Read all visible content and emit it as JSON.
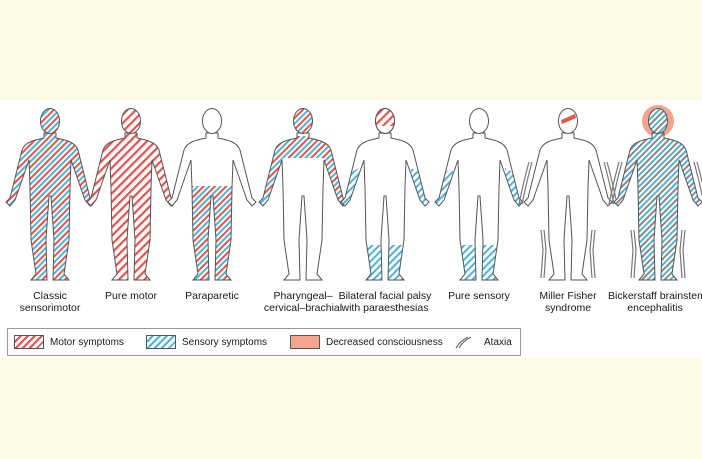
{
  "figures": [
    {
      "id": "classic",
      "line1": "Classic",
      "line2": "sensorimotor"
    },
    {
      "id": "pure-motor",
      "line1": "Pure motor",
      "line2": ""
    },
    {
      "id": "paraparetic",
      "line1": "Paraparetic",
      "line2": ""
    },
    {
      "id": "pcb",
      "line1": "Pharyngeal–",
      "line2": "cervical–brachial"
    },
    {
      "id": "bfp",
      "line1": "Bilateral facial palsy",
      "line2": "with paraesthesias"
    },
    {
      "id": "pure-sensory",
      "line1": "Pure sensory",
      "line2": ""
    },
    {
      "id": "miller-fisher",
      "line1": "Miller Fisher",
      "line2": "syndrome"
    },
    {
      "id": "bickerstaff",
      "line1": "Bickerstaff brainstem",
      "line2": "encephalitis"
    }
  ],
  "legend": {
    "motor": "Motor symptoms",
    "sensory": "Sensory symptoms",
    "consciousness": "Decreased consciousness",
    "ataxia": "Ataxia"
  },
  "colors": {
    "motor": "#e8544c",
    "sensory": "#4fb3d9",
    "mixed": "#7a9fc4",
    "consciousness": "#f4a58e",
    "outline": "#555555"
  }
}
